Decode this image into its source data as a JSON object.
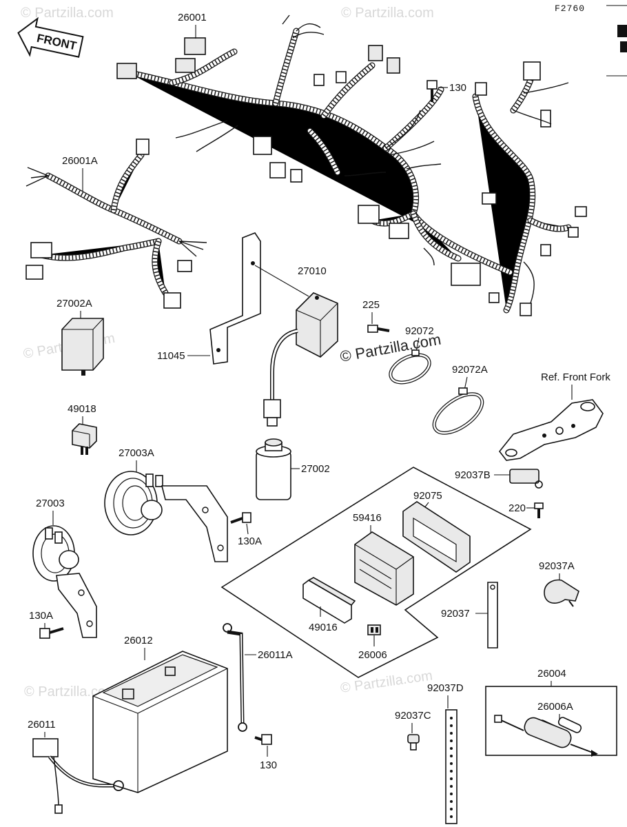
{
  "figure_code": "F2760",
  "front_badge": "FRONT",
  "watermark": "© Partzilla.com",
  "watermark_center": "© Partzilla.com",
  "labels": {
    "p26001": "26001",
    "p26001A": "26001A",
    "p130_top": "130",
    "p27010": "27010",
    "p27002A": "27002A",
    "p11045": "11045",
    "p225": "225",
    "p92072": "92072",
    "p92072A": "92072A",
    "ref_front_fork": "Ref. Front Fork",
    "p49018": "49018",
    "p27003A": "27003A",
    "p27002": "27002",
    "p92037B": "92037B",
    "p220": "220",
    "p27003": "27003",
    "p130A_a": "130A",
    "p92075": "92075",
    "p59416": "59416",
    "p92037A": "92037A",
    "p130A_b": "130A",
    "p92037": "92037",
    "p49016": "49016",
    "p26006": "26006",
    "p26012": "26012",
    "p26011A": "26011A",
    "p26004": "26004",
    "p92037D": "92037D",
    "p26006A": "26006A",
    "p92037C": "92037C",
    "p26011": "26011",
    "p130_bottom": "130"
  }
}
